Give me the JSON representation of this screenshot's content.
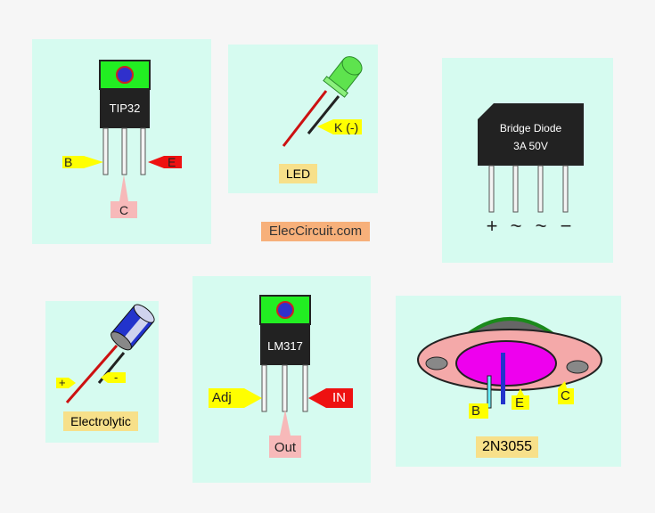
{
  "tip32": {
    "part_label": "TIP32",
    "pin_b": "B",
    "pin_c": "C",
    "pin_e": "E"
  },
  "led": {
    "cathode_label": "K (-)",
    "name_label": "LED"
  },
  "bridge": {
    "line1": "Bridge Diode",
    "line2": "3A 50V",
    "pin_plus": "+",
    "pin_ac1": "~",
    "pin_ac2": "~",
    "pin_minus": "−"
  },
  "watermark": {
    "text": "ElecCircuit.com"
  },
  "capacitor": {
    "plus_label": "+",
    "minus_label": "-",
    "name_label": "Electrolytic"
  },
  "lm317": {
    "part_label": "LM317",
    "pin_adj": "Adj",
    "pin_in": "IN",
    "pin_out": "Out"
  },
  "n3055": {
    "pin_b": "B",
    "pin_e": "E",
    "pin_c": "C",
    "name_label": "2N3055"
  },
  "colors": {
    "panel_bg": "#d6fbf0",
    "tab_green": "#22ee22",
    "body_black": "#222222",
    "label_yellow": "#ffff00",
    "label_red": "#ee1111",
    "label_pink": "#f7b9b9",
    "label_tan": "#f7e08a",
    "watermark_orange": "#f7b07a"
  }
}
